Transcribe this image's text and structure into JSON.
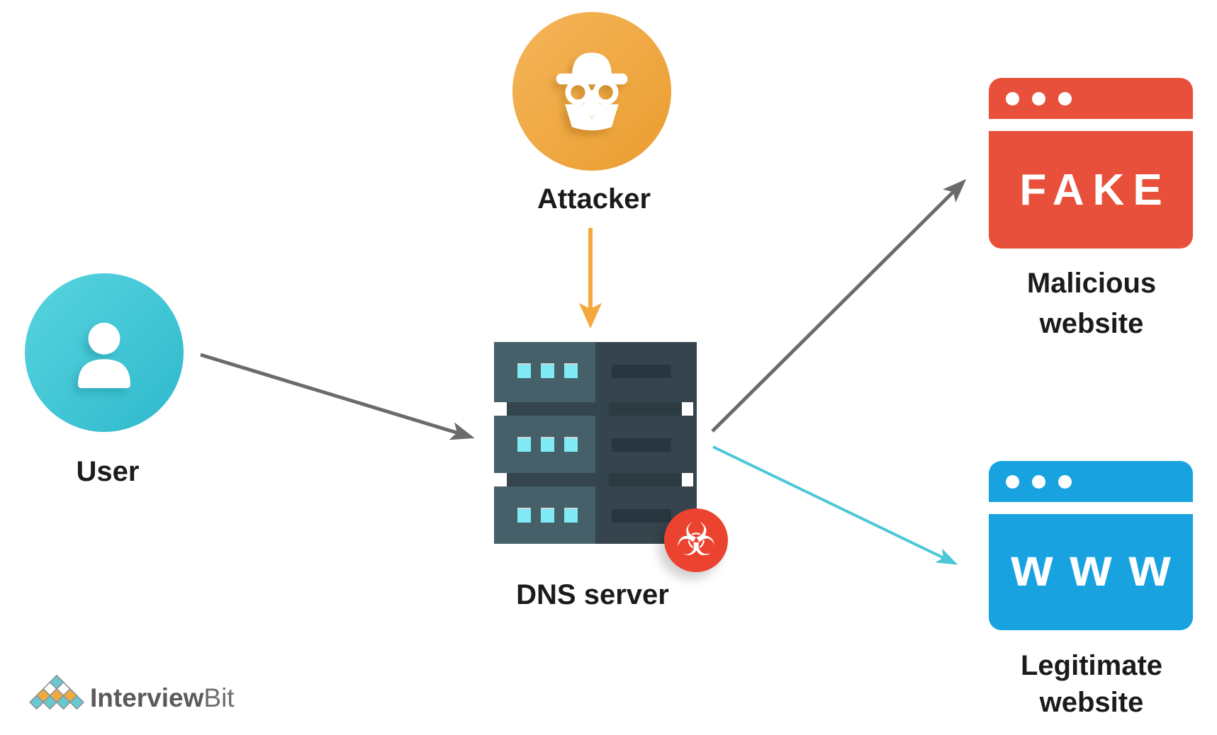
{
  "nodes": {
    "attacker": {
      "label": "Attacker",
      "icon": "spy-icon"
    },
    "user": {
      "label": "User",
      "icon": "person-icon"
    },
    "dns_server": {
      "label": "DNS server",
      "icon": "server-stack-icon",
      "badge_icon": "biohazard-icon",
      "badge_glyph": "☣"
    },
    "malicious_website": {
      "label_line1": "Malicious",
      "label_line2": "website",
      "window_text": "FAKE",
      "icon": "browser-window-icon"
    },
    "legitimate_website": {
      "label_line1": "Legitimate",
      "label_line2": "website",
      "window_text": "www",
      "icon": "browser-window-icon"
    }
  },
  "edges": [
    {
      "from": "user",
      "to": "dns_server",
      "style": "gray"
    },
    {
      "from": "attacker",
      "to": "dns_server",
      "style": "orange"
    },
    {
      "from": "dns_server",
      "to": "malicious_website",
      "style": "gray"
    },
    {
      "from": "dns_server",
      "to": "legitimate_website",
      "style": "cyan"
    }
  ],
  "logo": {
    "brand_primary": "Interview",
    "brand_secondary": "Bit"
  },
  "colors": {
    "attacker_grad_a": "#F5B55A",
    "attacker_grad_b": "#EA9D2F",
    "user_grad_a": "#58D4DF",
    "user_grad_b": "#2EB9CC",
    "arrow_gray": "#6B6B6B",
    "arrow_orange": "#F4A83D",
    "arrow_cyan": "#4BC7D6",
    "server_left": "#46606A",
    "server_right": "#36454D",
    "server_slot": "#28373F",
    "server_led": "#80EAF4",
    "connector_left": "#35454D",
    "connector_right": "#2C3B42",
    "biohazard_red": "#EC4330",
    "fake_red": "#E9503B",
    "legit_blue": "#18A3E0",
    "label_dark": "#1B1B1D",
    "logo_teal": "#68C9D0",
    "logo_orange": "#F3AA3C",
    "logo_outline": "#8F969C",
    "logo_text": "#5A5A5A"
  }
}
